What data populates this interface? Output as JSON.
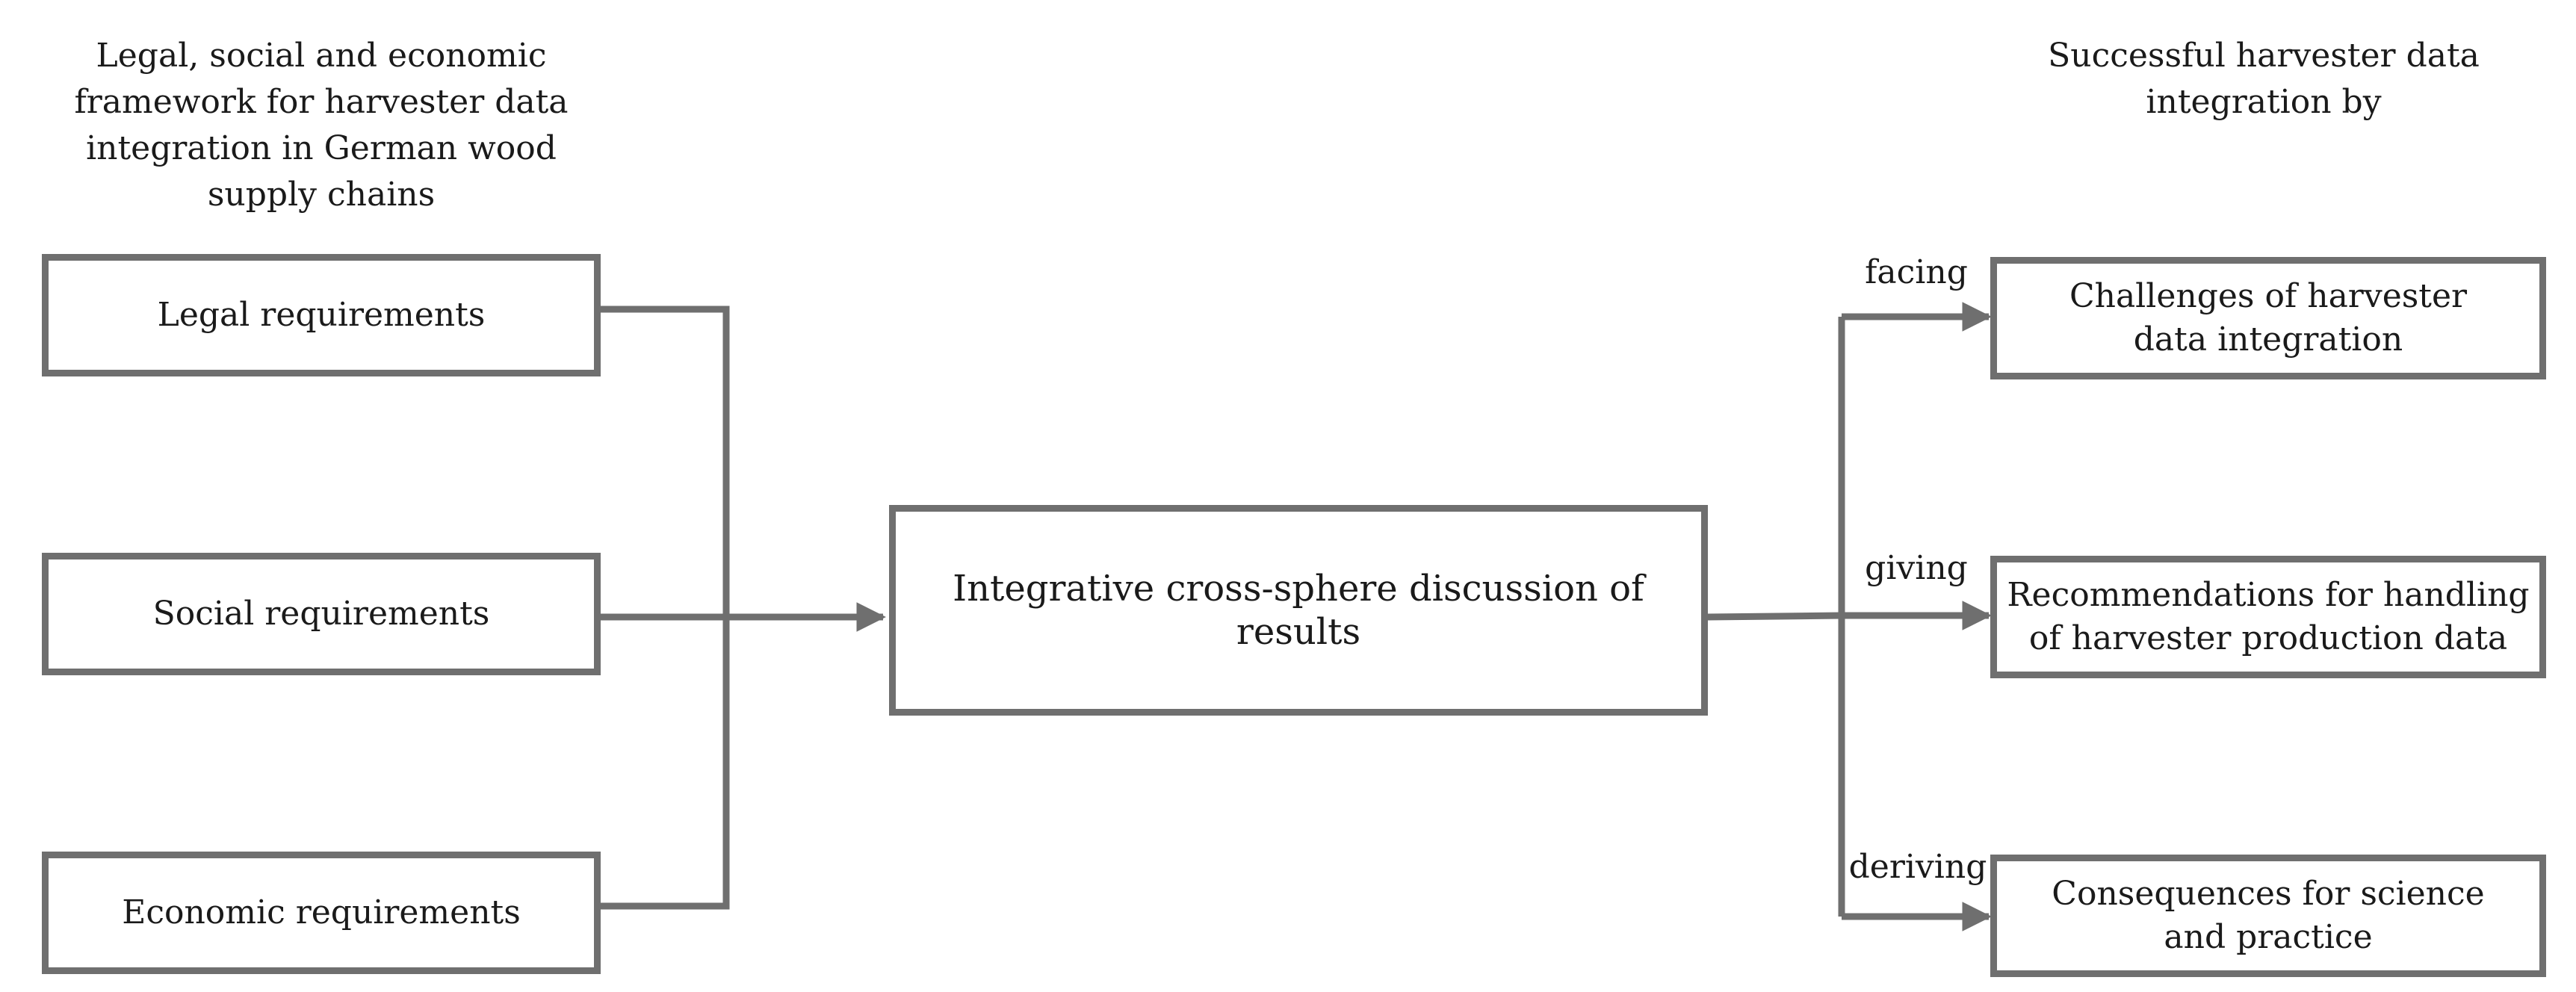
{
  "headings": {
    "left": "Legal, social and economic\nframework for harvester data\nintegration in German wood\nsupply chains",
    "right": "Successful harvester data\nintegration by"
  },
  "left_boxes": [
    {
      "label": "Legal requirements"
    },
    {
      "label": "Social requirements"
    },
    {
      "label": "Economic requirements"
    }
  ],
  "center_box": {
    "label": "Integrative cross-sphere discussion of results"
  },
  "right_boxes": [
    {
      "label": "Challenges of harvester data integration",
      "edge_label": "facing"
    },
    {
      "label": "Recommendations for handling of harvester production data",
      "edge_label": "giving"
    },
    {
      "label": "Consequences for science and practice",
      "edge_label": "deriving"
    }
  ],
  "colors": {
    "stroke": "#6f6f6f",
    "text": "#1a1a1a"
  }
}
